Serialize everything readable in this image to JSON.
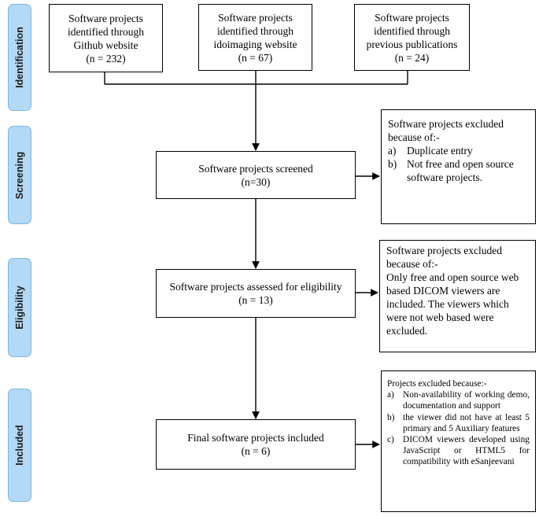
{
  "stages": {
    "identification": "Identification",
    "screening": "Screening",
    "eligibility": "Eligibility",
    "included": "Included"
  },
  "sources": [
    {
      "line1": "Software projects",
      "line2": "identified through",
      "line3": "Github website",
      "count": "(n = 232)"
    },
    {
      "line1": "Software projects",
      "line2": "identified through",
      "line3": "idoimaging website",
      "count": "(n = 67)"
    },
    {
      "line1": "Software projects",
      "line2": "identified through",
      "line3": "previous publications",
      "count": "(n = 24)"
    }
  ],
  "screened": {
    "label": "Software projects screened",
    "count": "(n=30)"
  },
  "assessed": {
    "label": "Software projects assessed for eligibility",
    "count": "(n = 13)"
  },
  "included": {
    "label": "Final software projects included",
    "count": "(n = 6)"
  },
  "excluded_screening": {
    "header1": "Software projects excluded",
    "header2": "because of:-",
    "items": [
      {
        "marker": "a)",
        "text": "Duplicate entry"
      },
      {
        "marker": "b)",
        "text": "Not free and open source software projects."
      }
    ]
  },
  "excluded_eligibility": {
    "header1": "Software projects excluded",
    "header2": "because of:-",
    "body": "Only free and open source web based DICOM viewers are included. The viewers which were not web based were excluded."
  },
  "excluded_included": {
    "header": "Projects excluded because:-",
    "items": [
      {
        "marker": "a)",
        "text": "Non-availability of working demo, documentation and support"
      },
      {
        "marker": "b)",
        "text": "the viewer did not have at least 5 primary and 5 Auxiliary features"
      },
      {
        "marker": "c)",
        "text": "DICOM viewers developed using JavaScript or HTML5 for compatibility with eSanjeevani"
      }
    ]
  }
}
